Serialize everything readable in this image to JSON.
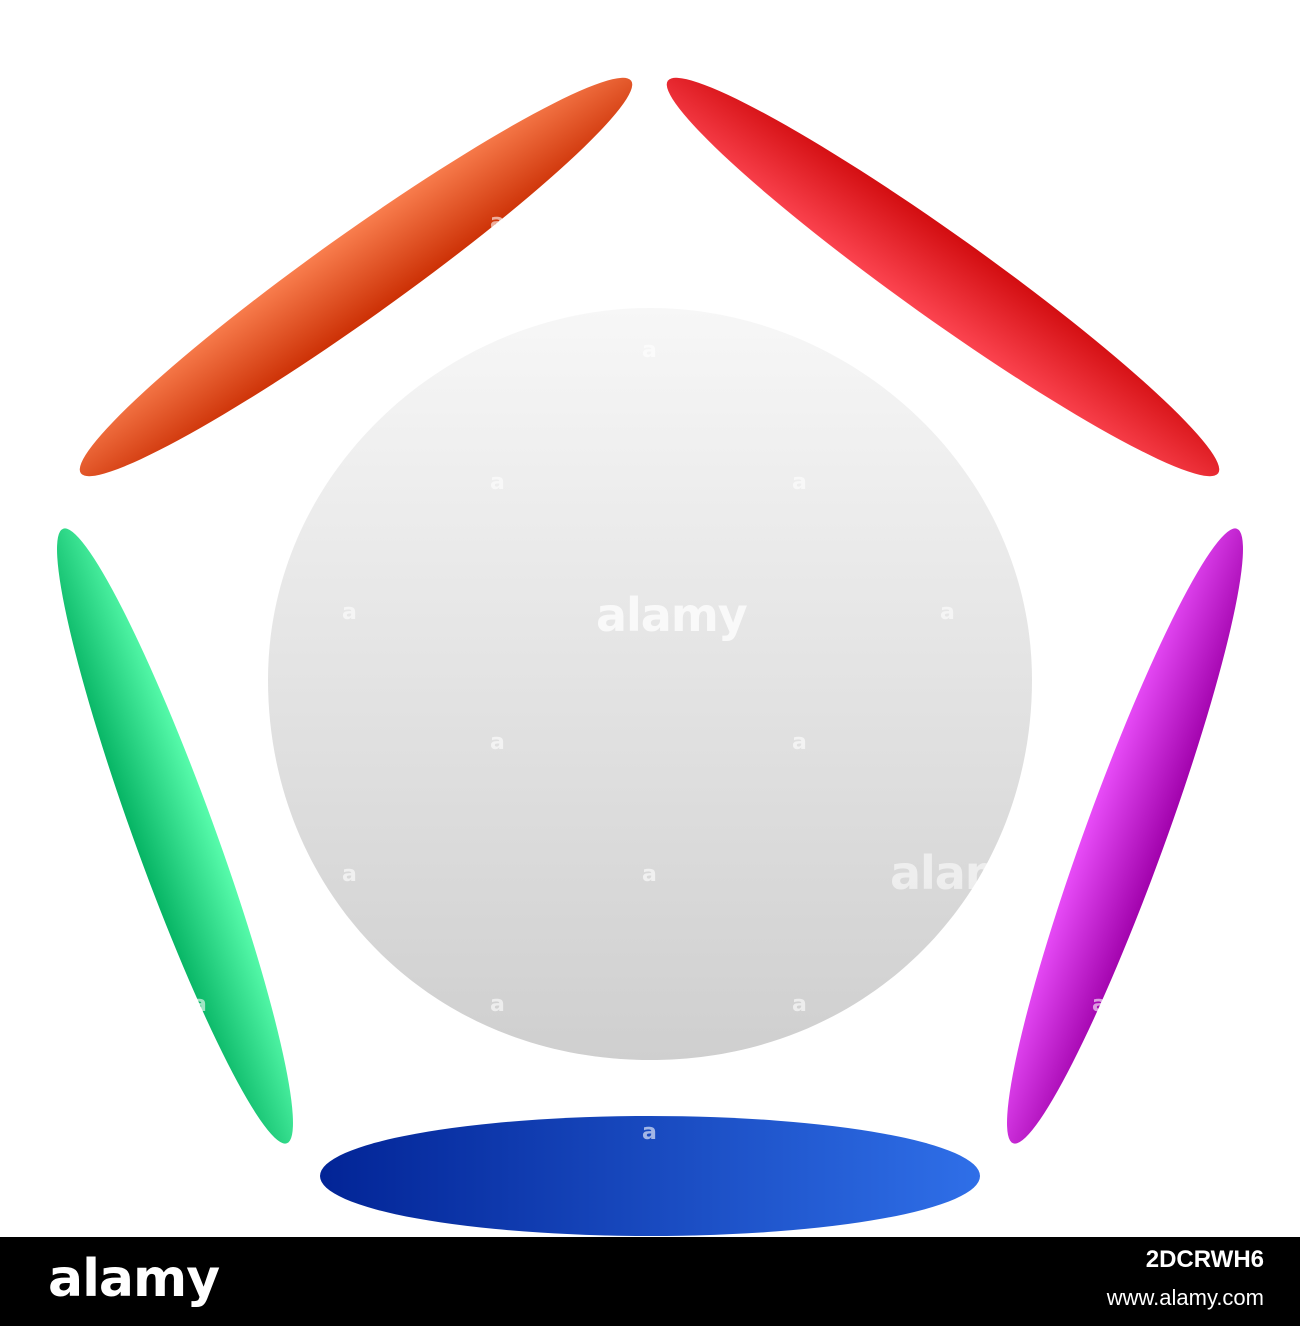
{
  "watermark": {
    "small": "a",
    "large": "alamy",
    "partial": "alamy"
  },
  "footer": {
    "brand": "alamy",
    "image_id": "2DCRWH6",
    "url": "www.alamy.com"
  },
  "colors": {
    "orange_top": "#f97e4e",
    "orange_bottom": "#cc3005",
    "red_top": "#d20d10",
    "red_bottom": "#fc4450",
    "green_top": "#58fcac",
    "green_bottom": "#06b464",
    "magenta_top": "#e84cf8",
    "magenta_bottom": "#a102ac",
    "blue_left": "#022496",
    "blue_right": "#2f6fe8",
    "circle_top": "#f7f7f7",
    "circle_bottom": "#cfcfcf",
    "footer_bg": "#000000"
  }
}
